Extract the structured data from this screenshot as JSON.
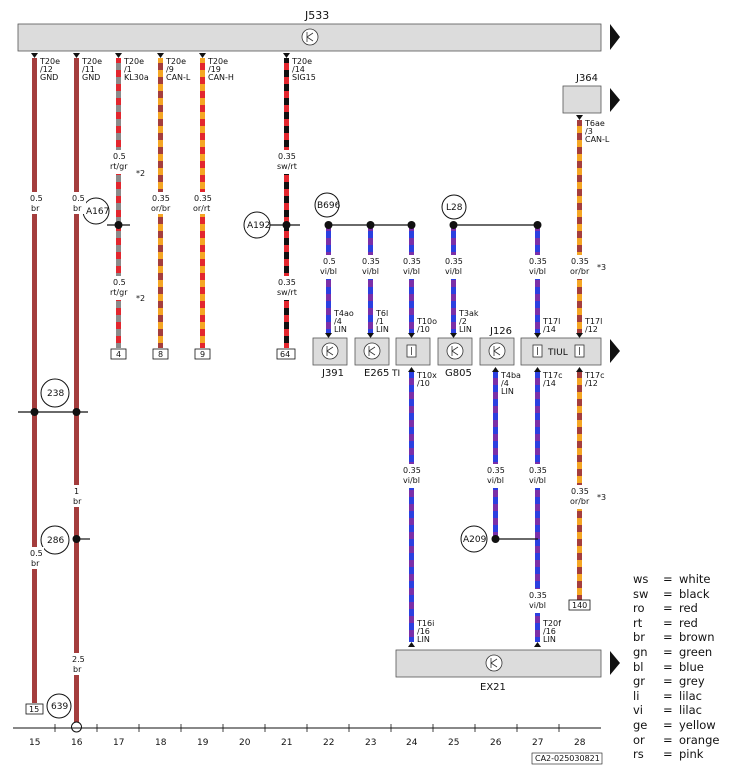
{
  "components": {
    "J533": "J533",
    "J364": "J364",
    "J391": "J391",
    "E265": "E265",
    "TI": "TI",
    "G805": "G805",
    "J126": "J126",
    "TIUL": "TIUL",
    "EX21": "EX21"
  },
  "circles": {
    "A167": "A167",
    "A192": "A192",
    "B696": "B696",
    "L28": "L28",
    "238": "238",
    "286": "286",
    "639": "639",
    "A209": "A209"
  },
  "pins_top": {
    "p15": [
      "T20e",
      "/12",
      "GND"
    ],
    "p16": [
      "T20e",
      "/11",
      "GND"
    ],
    "p17": [
      "T20e",
      "/1",
      "KL30a"
    ],
    "p18": [
      "T20e",
      "/9",
      "CAN-L"
    ],
    "p19": [
      "T20e",
      "/19",
      "CAN-H"
    ],
    "p21": [
      "T20e",
      "/14",
      "SIG15"
    ],
    "p28": [
      "T6ae",
      "/3",
      "CAN-L"
    ]
  },
  "pins_mid": {
    "p22": [
      "T4ao",
      "/4",
      "LIN"
    ],
    "p23": [
      "T6l",
      "/1",
      "LIN"
    ],
    "p24": [
      "T10o",
      "/10",
      ""
    ],
    "p25": [
      "T3ak",
      "/2",
      "LIN"
    ],
    "p27": [
      "T17l",
      "/14",
      ""
    ],
    "p28": [
      "T17l",
      "/12",
      ""
    ]
  },
  "pins_low": {
    "p24": [
      "T10x",
      "/10",
      ""
    ],
    "p26": [
      "T4ba",
      "/4",
      "LIN"
    ],
    "p27": [
      "T17c",
      "/14",
      ""
    ],
    "p28": [
      "T17c",
      "/12",
      ""
    ]
  },
  "pins_bottom": {
    "p24": [
      "T16i",
      "/16",
      "LIN"
    ],
    "p27": [
      "T20f",
      "/16",
      "LIN"
    ]
  },
  "wire_labels": {
    "w15a": [
      "0.5",
      "br"
    ],
    "w15b": [
      "0.5",
      "br"
    ],
    "w16a": [
      "0.5",
      "br"
    ],
    "w16b": [
      "1",
      "br"
    ],
    "w16c": [
      "2.5",
      "br"
    ],
    "w17a": [
      "0.5",
      "rt/gr"
    ],
    "w17b": [
      "0.5",
      "rt/gr"
    ],
    "w18": [
      "0.35",
      "or/br"
    ],
    "w19": [
      "0.35",
      "or/rt"
    ],
    "w21a": [
      "0.35",
      "sw/rt"
    ],
    "w21b": [
      "0.35",
      "sw/rt"
    ],
    "w22": [
      "0.5",
      "vi/bl"
    ],
    "w23": [
      "0.35",
      "vi/bl"
    ],
    "w24a": [
      "0.35",
      "vi/bl"
    ],
    "w24b": [
      "0.35",
      "vi/bl"
    ],
    "w25": [
      "0.35",
      "vi/bl"
    ],
    "w26": [
      "0.35",
      "vi/bl"
    ],
    "w27a": [
      "0.35",
      "vi/bl"
    ],
    "w27b": [
      "0.35",
      "vi/bl"
    ],
    "w27c": [
      "0.35",
      "vi/bl"
    ],
    "w28a": [
      "0.35",
      "or/br"
    ],
    "w28b": [
      "0.35",
      "or/br"
    ]
  },
  "notes": {
    "n17a": "*2",
    "n17b": "*2",
    "n28a": "*3",
    "n28b": "*3"
  },
  "ref_boxes": {
    "r15": "15",
    "r17": "4",
    "r18": "8",
    "r19": "9",
    "r21": "64",
    "r28": "140"
  },
  "axis": [
    "15",
    "16",
    "17",
    "18",
    "19",
    "20",
    "21",
    "22",
    "23",
    "24",
    "25",
    "26",
    "27",
    "28"
  ],
  "legend": [
    {
      "code": "ws",
      "eq": "=",
      "name": "white"
    },
    {
      "code": "sw",
      "eq": "=",
      "name": "black"
    },
    {
      "code": "ro",
      "eq": "=",
      "name": "red"
    },
    {
      "code": "rt",
      "eq": "=",
      "name": "red"
    },
    {
      "code": "br",
      "eq": "=",
      "name": "brown"
    },
    {
      "code": "gn",
      "eq": "=",
      "name": "green"
    },
    {
      "code": "bl",
      "eq": "=",
      "name": "blue"
    },
    {
      "code": "gr",
      "eq": "=",
      "name": "grey"
    },
    {
      "code": "li",
      "eq": "=",
      "name": "lilac"
    },
    {
      "code": "vi",
      "eq": "=",
      "name": "lilac"
    },
    {
      "code": "ge",
      "eq": "=",
      "name": "yellow"
    },
    {
      "code": "or",
      "eq": "=",
      "name": "orange"
    },
    {
      "code": "rs",
      "eq": "=",
      "name": "pink"
    }
  ],
  "doc_code": "CA2-025030821",
  "colors": {
    "brown": "#a43d3d",
    "red": "#e3262e",
    "grey": "#8a8a8a",
    "orange": "#f5a623",
    "black": "#111111",
    "violet": "#7b2fa8",
    "blue": "#2b3fe0",
    "module": "#dcdcdc"
  }
}
